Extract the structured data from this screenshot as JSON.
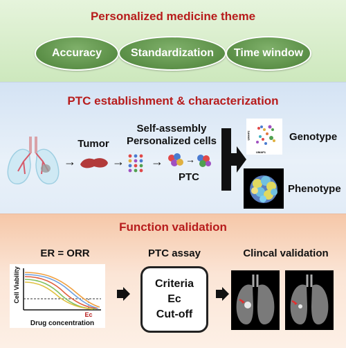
{
  "theme": {
    "title": "Personalized medicine theme",
    "pills": [
      "Accuracy",
      "Standardization",
      "Time window"
    ]
  },
  "establishment": {
    "title": "PTC establishment & characterization",
    "tumor_label": "Tumor",
    "self_assembly_line1": "Self-assembly",
    "self_assembly_line2": "Personalized cells",
    "ptc_label": "PTC",
    "genotype_label": "Genotype",
    "phenotype_label": "Phenotype",
    "umap_x": "UMAP1",
    "umap_y": "UMAP2"
  },
  "validation": {
    "title": "Function validation",
    "er_label": "ER = ORR",
    "assay_title": "PTC assay",
    "assay_items": [
      "Criteria",
      "Ec",
      "Cut-off"
    ],
    "clinical_title": "Clincal validation"
  },
  "chart_data": {
    "type": "line",
    "ylabel": "Cell Viability",
    "xlabel": "Drug concentration",
    "annotation": "Ec",
    "colors": [
      "#f0a040",
      "#70a0e0",
      "#e06040",
      "#80c060",
      "#e0c040"
    ]
  }
}
